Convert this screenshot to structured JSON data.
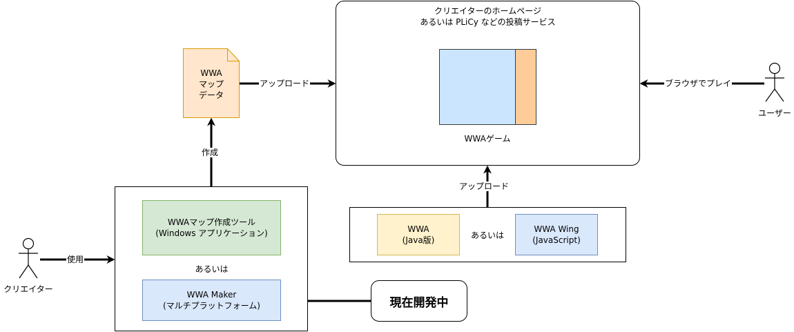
{
  "site_box": {
    "title": "クリエイターのホームページ\nあるいは PLiCy などの投稿サービス",
    "game_label": "WWAゲーム"
  },
  "map_data_doc": {
    "label": "WWA\nマップ\nデータ"
  },
  "upload_top": "アップロード",
  "upload_bottom": "アップロード",
  "create_label": "作成",
  "play_label": "ブラウザでプレイ",
  "use_label": "使用",
  "user": {
    "label": "ユーザー"
  },
  "creator": {
    "label": "クリエイター"
  },
  "tools_box": {
    "tool_windows": "WWAマップ作成ツール\n(Windows アプリケーション)",
    "or_text": "あるいは",
    "tool_maker": "WWA Maker\n(マルチプラットフォーム)"
  },
  "runtime_box": {
    "java": "WWA\n(Java版)",
    "or_text": "あるいは",
    "wing": "WWA Wing\n(JavaScript)"
  },
  "dev_badge": "現在開発中",
  "colors": {
    "game_blue": "#cce5ff",
    "game_orange": "#ffcc99",
    "doc_fill": "#ffe6cc",
    "doc_stroke": "#d79b00"
  }
}
